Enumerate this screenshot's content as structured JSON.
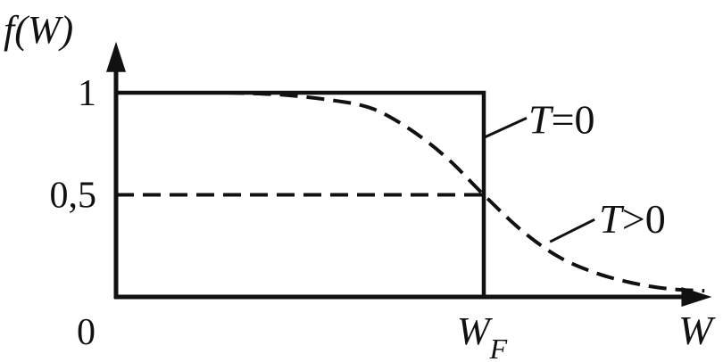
{
  "chart_data": {
    "type": "line",
    "ylabel": "f(W)",
    "xlabel": "W",
    "origin_label": "0",
    "y_ticks": [
      {
        "value": 1,
        "label": "1"
      },
      {
        "value": 0.5,
        "label": "0,5"
      }
    ],
    "x_ticks": [
      {
        "value": 1,
        "label_main": "W",
        "label_sub": "F"
      }
    ],
    "xlim": [
      0,
      1.62
    ],
    "ylim": [
      0,
      1.25
    ],
    "grid": false,
    "legend": "none",
    "series": [
      {
        "name": "T=0",
        "label_var": "T",
        "label_rel": "=0",
        "style": "solid",
        "x": [
          0,
          1,
          1
        ],
        "y": [
          1,
          1,
          0
        ]
      },
      {
        "name": "T>0",
        "label_var": "T",
        "label_rel": ">0",
        "style": "dashed",
        "x": [
          0.3,
          0.45,
          0.6,
          0.7,
          0.8,
          0.9,
          1.0,
          1.1,
          1.2,
          1.3,
          1.4,
          1.5,
          1.6
        ],
        "y": [
          1.0,
          0.99,
          0.96,
          0.92,
          0.82,
          0.68,
          0.5,
          0.33,
          0.2,
          0.12,
          0.07,
          0.04,
          0.03
        ]
      },
      {
        "name": "f = 0,5",
        "style": "dashed",
        "x": [
          0,
          1
        ],
        "y": [
          0.5,
          0.5
        ]
      }
    ],
    "colors": {
      "line": "#111111",
      "background": "#ffffff"
    }
  }
}
